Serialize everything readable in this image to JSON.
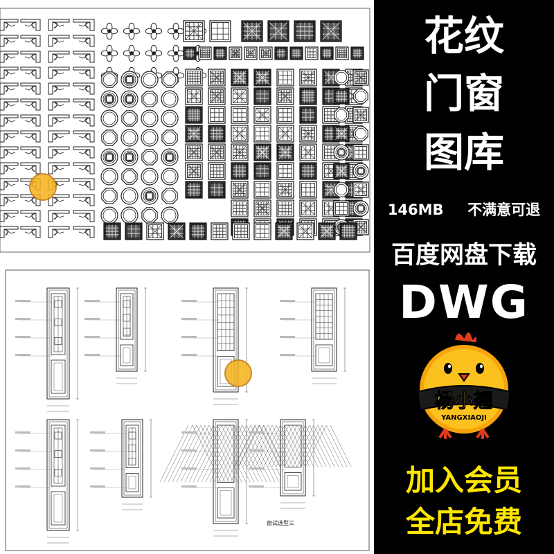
{
  "poster": {
    "title_lines": [
      "花纹",
      "门窗",
      "图库"
    ],
    "size": "146MB",
    "guarantee": "不满意可退",
    "download": "百度网盘下载",
    "format": "DWG",
    "promo_lines": [
      "加入会员",
      "全店免费"
    ]
  },
  "logo": {
    "cn": "杨小翘",
    "en": "YANGXIAOJI"
  },
  "drawing": {
    "caption": "窗试选型三"
  },
  "colors": {
    "panel_bg": "#000000",
    "text_white": "#ffffff",
    "promo_yellow": "#ffe600",
    "logo_orange": "#f7a30b",
    "logo_red": "#e23b1c"
  },
  "icons": [
    "ornament-pattern-icon",
    "door-elevation-icon",
    "chick-mascot-icon"
  ]
}
